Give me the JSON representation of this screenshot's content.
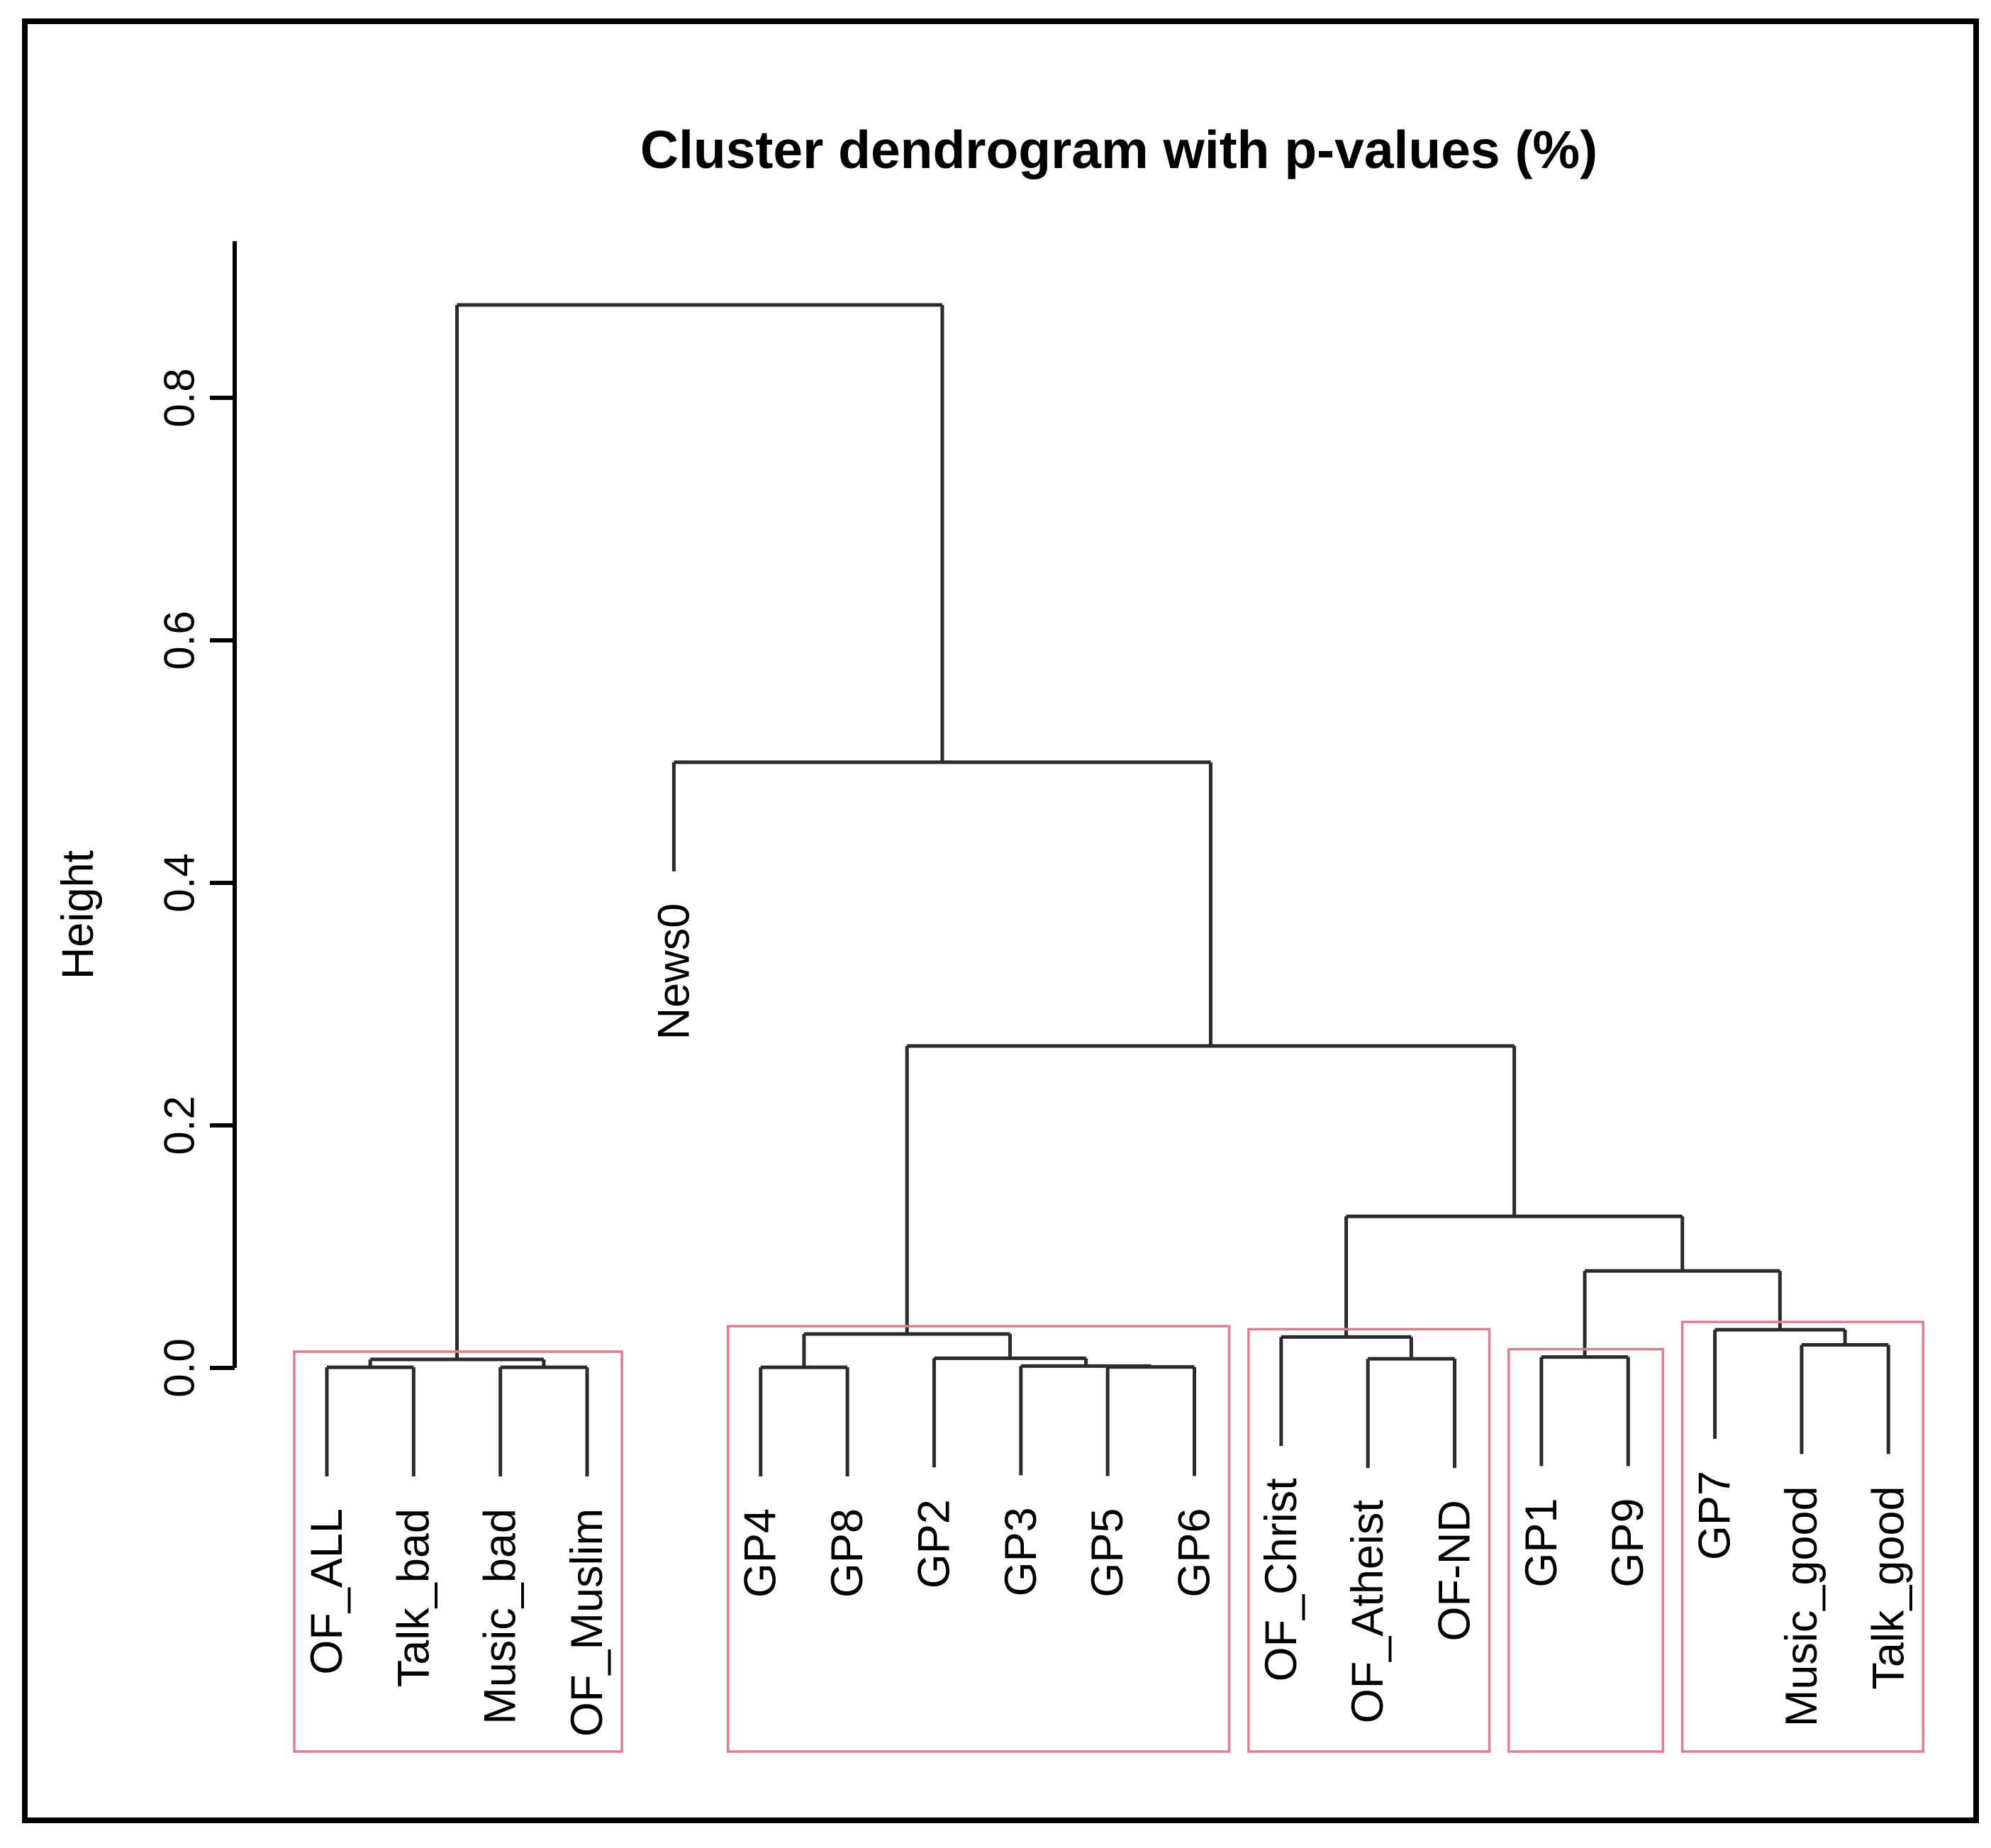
{
  "chart_data": {
    "type": "dendrogram",
    "title": "Cluster dendrogram with p-values (%)",
    "ylabel": "Height",
    "ylim": [
      0,
      0.93
    ],
    "grid": false,
    "yticks": [
      {
        "value": 0.0,
        "label": "0.0"
      },
      {
        "value": 0.2,
        "label": "0.2"
      },
      {
        "value": 0.4,
        "label": "0.4"
      },
      {
        "value": 0.6,
        "label": "0.6"
      },
      {
        "value": 0.8,
        "label": "0.8"
      }
    ],
    "leaves": [
      "OF_ALL",
      "Talk_bad",
      "Music_bad",
      "OF_Muslim",
      "News0",
      "GP4",
      "GP8",
      "GP2",
      "GP3",
      "GP5",
      "GP6",
      "OF_Christ",
      "OF_Atheist",
      "OF-ND",
      "GP1",
      "GP9",
      "GP7",
      "Music_good",
      "Talk_good"
    ],
    "merges": [
      {
        "id": "n1",
        "children": [
          "OF_ALL",
          "Talk_bad"
        ],
        "height": 0.0005
      },
      {
        "id": "n2",
        "children": [
          "Music_bad",
          "OF_Muslim"
        ],
        "height": 0.0005
      },
      {
        "id": "n3",
        "children": [
          "n1",
          "n2"
        ],
        "height": 0.007
      },
      {
        "id": "n4",
        "children": [
          "GP4",
          "GP8"
        ],
        "height": 0.0005
      },
      {
        "id": "n5",
        "children": [
          "GP5",
          "GP6"
        ],
        "height": 0.0008
      },
      {
        "id": "n6",
        "children": [
          "GP3",
          "n5"
        ],
        "height": 0.0015
      },
      {
        "id": "n7",
        "children": [
          "GP2",
          "n6"
        ],
        "height": 0.008
      },
      {
        "id": "n8",
        "children": [
          "n4",
          "n7"
        ],
        "height": 0.028
      },
      {
        "id": "n9",
        "children": [
          "OF_Atheist",
          "OF-ND"
        ],
        "height": 0.0075
      },
      {
        "id": "n10",
        "children": [
          "OF_Christ",
          "n9"
        ],
        "height": 0.0255
      },
      {
        "id": "n11",
        "children": [
          "GP1",
          "GP9"
        ],
        "height": 0.009
      },
      {
        "id": "n12",
        "children": [
          "Music_good",
          "Talk_good"
        ],
        "height": 0.019
      },
      {
        "id": "n13",
        "children": [
          "GP7",
          "n12"
        ],
        "height": 0.0315
      },
      {
        "id": "n14",
        "children": [
          "n11",
          "n13"
        ],
        "height": 0.08
      },
      {
        "id": "n15",
        "children": [
          "n10",
          "n14"
        ],
        "height": 0.125
      },
      {
        "id": "n16",
        "children": [
          "n8",
          "n15"
        ],
        "height": 0.2655
      },
      {
        "id": "n17",
        "children": [
          "News0",
          "n16"
        ],
        "height": 0.4995
      },
      {
        "id": "n18",
        "children": [
          "n3",
          "n17"
        ],
        "height": 0.8766
      }
    ],
    "hang": 0.09,
    "boxed_clusters": [
      {
        "node": "n3",
        "members": [
          "OF_ALL",
          "Talk_bad",
          "Music_bad",
          "OF_Muslim"
        ]
      },
      {
        "node": "n8",
        "members": [
          "GP4",
          "GP8",
          "GP2",
          "GP3",
          "GP5",
          "GP6"
        ]
      },
      {
        "node": "n10",
        "members": [
          "OF_Christ",
          "OF_Atheist",
          "OF-ND"
        ]
      },
      {
        "node": "n11",
        "members": [
          "GP1",
          "GP9"
        ]
      },
      {
        "node": "n13",
        "members": [
          "GP7",
          "Music_good",
          "Talk_good"
        ]
      }
    ],
    "legend": "none",
    "colors": {
      "line": "#2b2b2b",
      "box": "#e57b8e",
      "text": "#000000",
      "frame": "#000000",
      "background": "#ffffff"
    }
  }
}
